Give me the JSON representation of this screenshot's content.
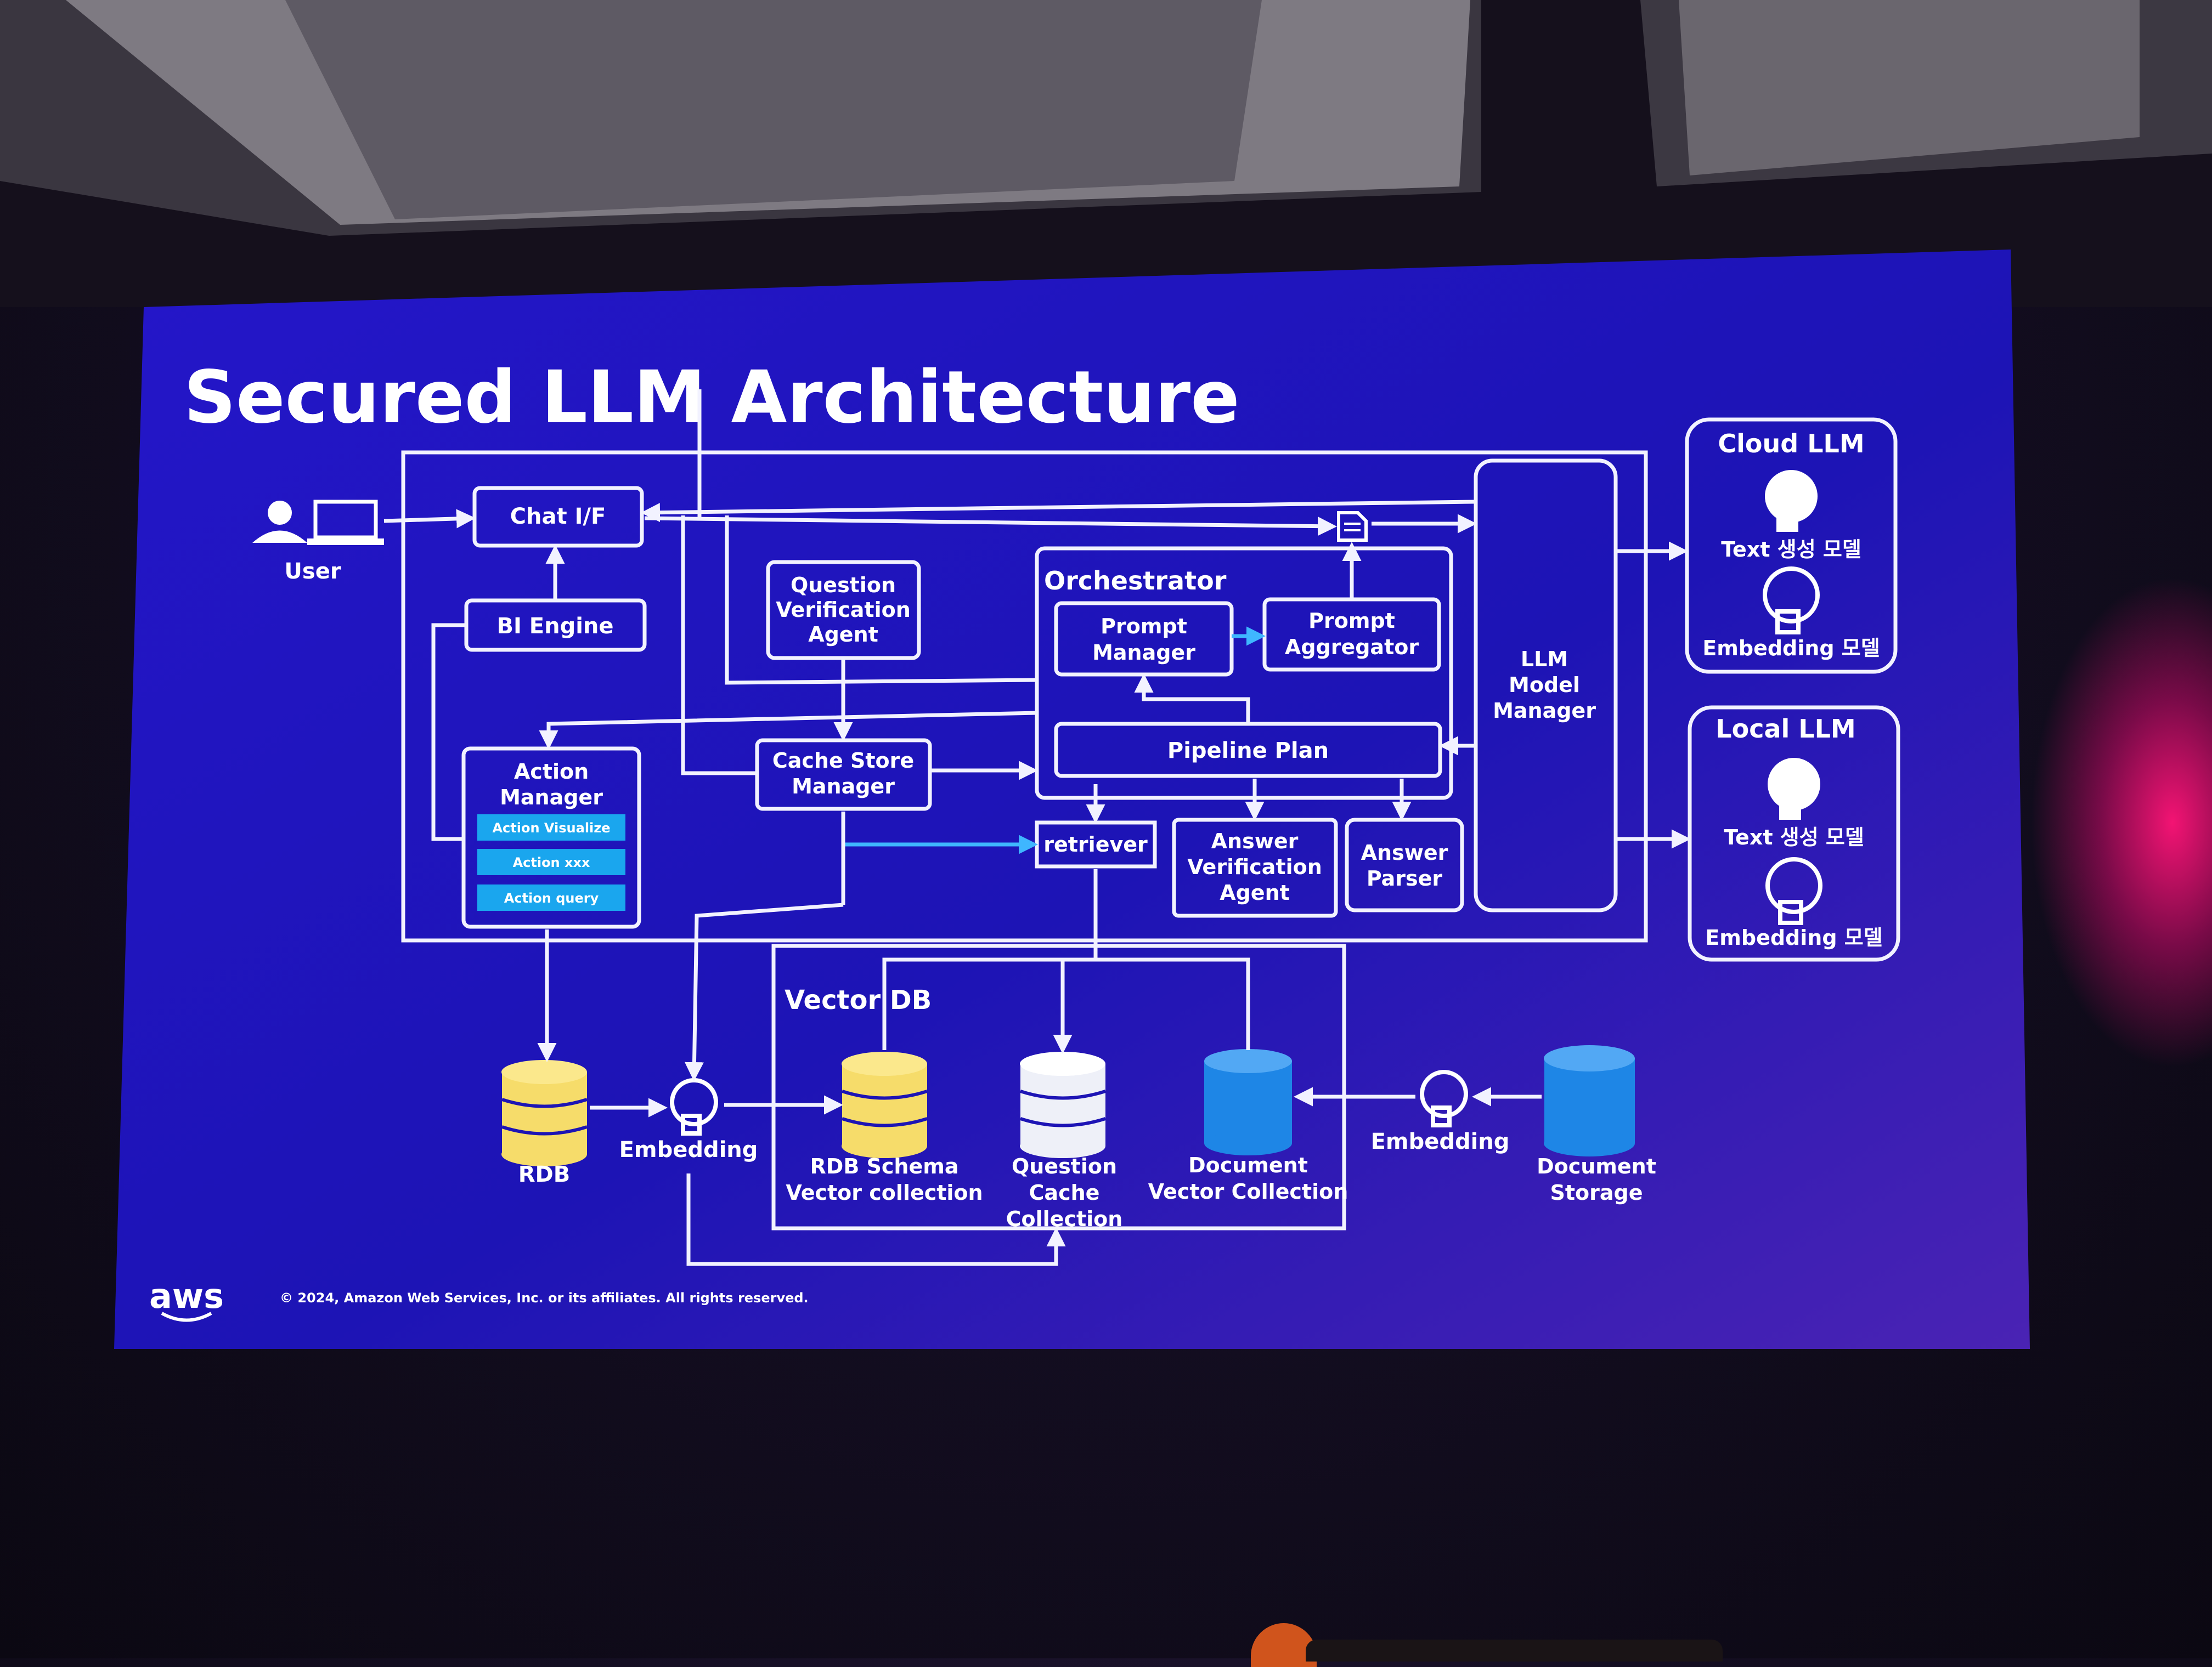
{
  "slide": {
    "title": "Secured LLM Architecture",
    "copyright": "© 2024, Amazon Web Services, Inc. or its affiliates. All rights reserved.",
    "logo_text": "aws"
  },
  "components": {
    "user": "User",
    "chat_if": "Chat I/F",
    "bi_engine": "BI Engine",
    "question_verification": [
      "Question",
      "Verification",
      "Agent"
    ],
    "orchestrator": "Orchestrator",
    "prompt_manager": [
      "Prompt",
      "Manager"
    ],
    "prompt_aggregator": [
      "Prompt",
      "Aggregator"
    ],
    "pipeline_plan": "Pipeline Plan",
    "llm_model_manager": [
      "LLM",
      "Model",
      "Manager"
    ],
    "action_manager": [
      "Action",
      "Manager"
    ],
    "action_items": [
      "Action Visualize",
      "Action xxx",
      "Action query"
    ],
    "cache_store_manager": [
      "Cache Store",
      "Manager"
    ],
    "retriever": "retriever",
    "answer_verification": [
      "Answer",
      "Verification",
      "Agent"
    ],
    "answer_parser": [
      "Answer",
      "Parser"
    ],
    "vector_db": "Vector DB",
    "rdb": "RDB",
    "embedding_left": "Embedding",
    "rdb_schema": [
      "RDB Schema",
      "Vector collection"
    ],
    "question_cache": [
      "Question",
      "Cache",
      "Collection"
    ],
    "document_vector": [
      "Document",
      "Vector Collection"
    ],
    "embedding_right": "Embedding",
    "document_storage": [
      "Document",
      "Storage"
    ]
  },
  "llm_groups": [
    {
      "title": "Cloud LLM",
      "text_model": "Text 생성 모델",
      "embedding_model": "Embedding 모델"
    },
    {
      "title": "Local LLM",
      "text_model": "Text 생성 모델",
      "embedding_model": "Embedding 모델"
    }
  ],
  "colors": {
    "slide_blue": "#1f16c8",
    "slide_purple": "#3a1ca8",
    "action_item": "#1aa6ee",
    "rdb_yellow": "#f6dc6a",
    "cache_white": "#eef0f8",
    "doc_blue": "#1e86e6",
    "arrow_blue": "#3fb6ff"
  }
}
